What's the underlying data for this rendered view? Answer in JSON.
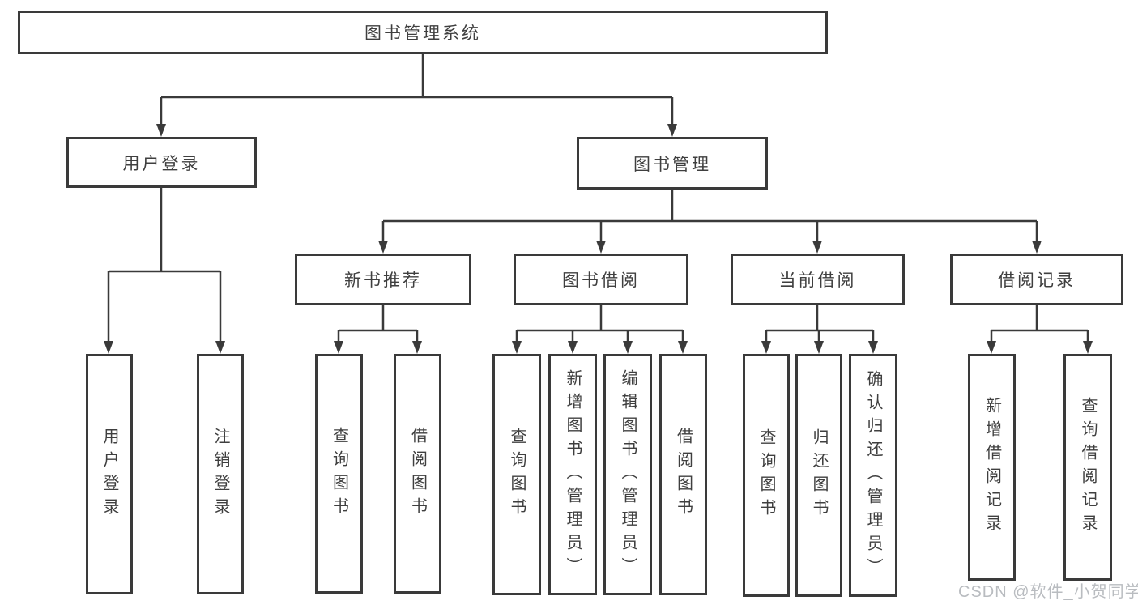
{
  "colors": {
    "line": "#3a3a3a",
    "text": "#3f3f3f",
    "watermark": "#b9bcc0",
    "background": "#ffffff"
  },
  "watermark": {
    "text": "CSDN @软件_小贺同学"
  },
  "diagram": {
    "root": "图书管理系统",
    "branches": [
      {
        "label": "用户登录",
        "children": [
          {
            "label": "用户登录"
          },
          {
            "label": "注销登录"
          }
        ]
      },
      {
        "label": "图书管理",
        "children": [
          {
            "label": "新书推荐",
            "children": [
              {
                "label": "查询图书"
              },
              {
                "label": "借阅图书"
              }
            ]
          },
          {
            "label": "图书借阅",
            "children": [
              {
                "label": "查询图书"
              },
              {
                "label": "新增图书（管理员）"
              },
              {
                "label": "编辑图书（管理员）"
              },
              {
                "label": "借阅图书"
              }
            ]
          },
          {
            "label": "当前借阅",
            "children": [
              {
                "label": "查询图书"
              },
              {
                "label": "归还图书"
              },
              {
                "label": "确认归还（管理员）"
              }
            ]
          },
          {
            "label": "借阅记录",
            "children": [
              {
                "label": "新增借阅记录"
              },
              {
                "label": "查询借阅记录"
              }
            ]
          }
        ]
      }
    ]
  }
}
